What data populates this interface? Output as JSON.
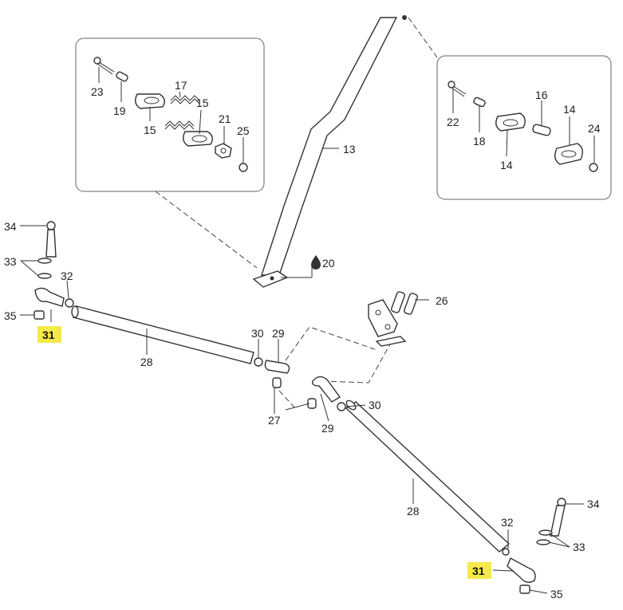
{
  "labels": {
    "l34a": "34",
    "l33a": "33",
    "l32a": "32",
    "l35a": "35",
    "l31a": "31",
    "l28a": "28",
    "l30a": "30",
    "l29a": "29",
    "l27": "27",
    "l29b": "29",
    "l30b": "30",
    "l26": "26",
    "l13": "13",
    "l20": "20",
    "l28b": "28",
    "l32b": "32",
    "l34b": "34",
    "l33b": "33",
    "l31b": "31",
    "l35b": "35",
    "l23": "23",
    "l19": "19",
    "l17": "17",
    "l15a": "15",
    "l15b": "15",
    "l21": "21",
    "l25": "25",
    "l22": "22",
    "l18": "18",
    "l16": "16",
    "l14a": "14",
    "l14b": "14",
    "l24": "24"
  },
  "highlight_color": "#f5e94a",
  "icons": {
    "lubricant": "oil-drop-icon"
  }
}
